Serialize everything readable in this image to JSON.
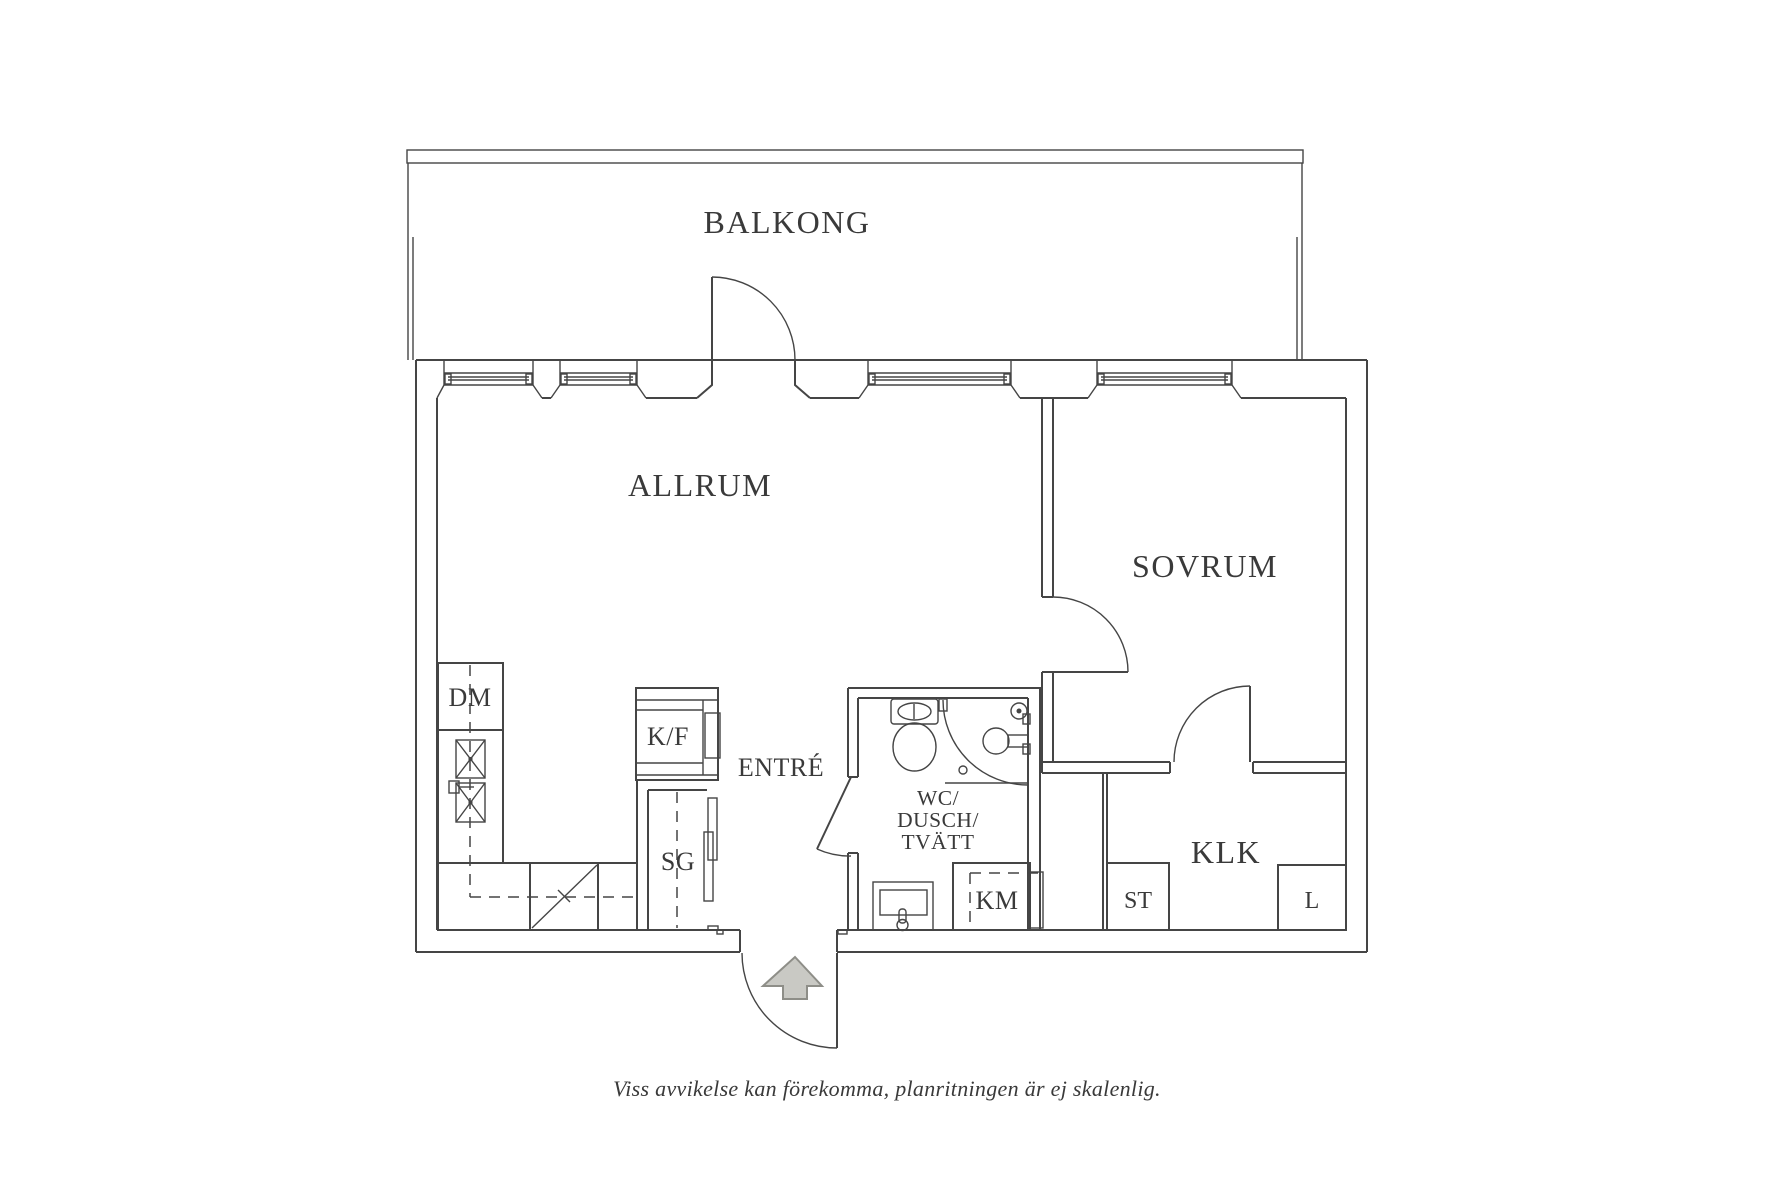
{
  "floorplan": {
    "rooms": {
      "balkong": {
        "label": "BALKONG"
      },
      "allrum": {
        "label": "ALLRUM"
      },
      "sovrum": {
        "label": "SOVRUM"
      },
      "entre": {
        "label": "ENTRÉ"
      },
      "wc": {
        "line1": "WC/",
        "line2": "DUSCH/",
        "line3": "TVÄTT"
      },
      "klk": {
        "label": "KLK"
      }
    },
    "fixtures": {
      "dm": {
        "label": "DM"
      },
      "kf": {
        "label": "K/F"
      },
      "sg": {
        "label": "SG"
      },
      "km": {
        "label": "KM"
      },
      "st": {
        "label": "ST"
      },
      "l": {
        "label": "L"
      }
    },
    "disclaimer": "Viss avvikelse kan förekomma, planritningen är ej skalenlig.",
    "colors": {
      "background": "#ffffff",
      "line": "#454545",
      "text": "#3a3a3a",
      "arrow_fill": "#c9c9c4",
      "arrow_stroke": "#8e8e88"
    }
  }
}
